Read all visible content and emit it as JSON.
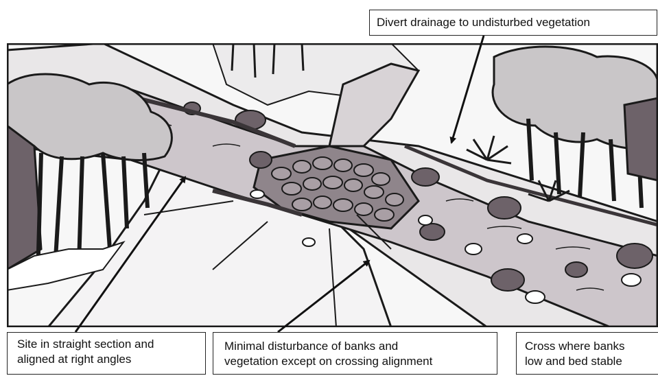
{
  "labels": {
    "top_right": "Divert drainage to undisturbed vegetation",
    "bottom_left": [
      "Site in straight section and",
      "aligned at right angles"
    ],
    "bottom_middle": [
      "Minimal disturbance of banks and",
      "vegetation except on crossing alignment"
    ],
    "bottom_right": [
      "Cross where banks",
      "low and bed stable"
    ]
  },
  "colors": {
    "outline": "#1a1a1a",
    "water": "#cdc6cb",
    "road": "#e9e7e8",
    "foliage": "#c9c6c8",
    "rock": "#6d6269",
    "rock_light": "#a99fa5",
    "bank_dark": "#3a3538",
    "ground": "#f7f7f7"
  }
}
